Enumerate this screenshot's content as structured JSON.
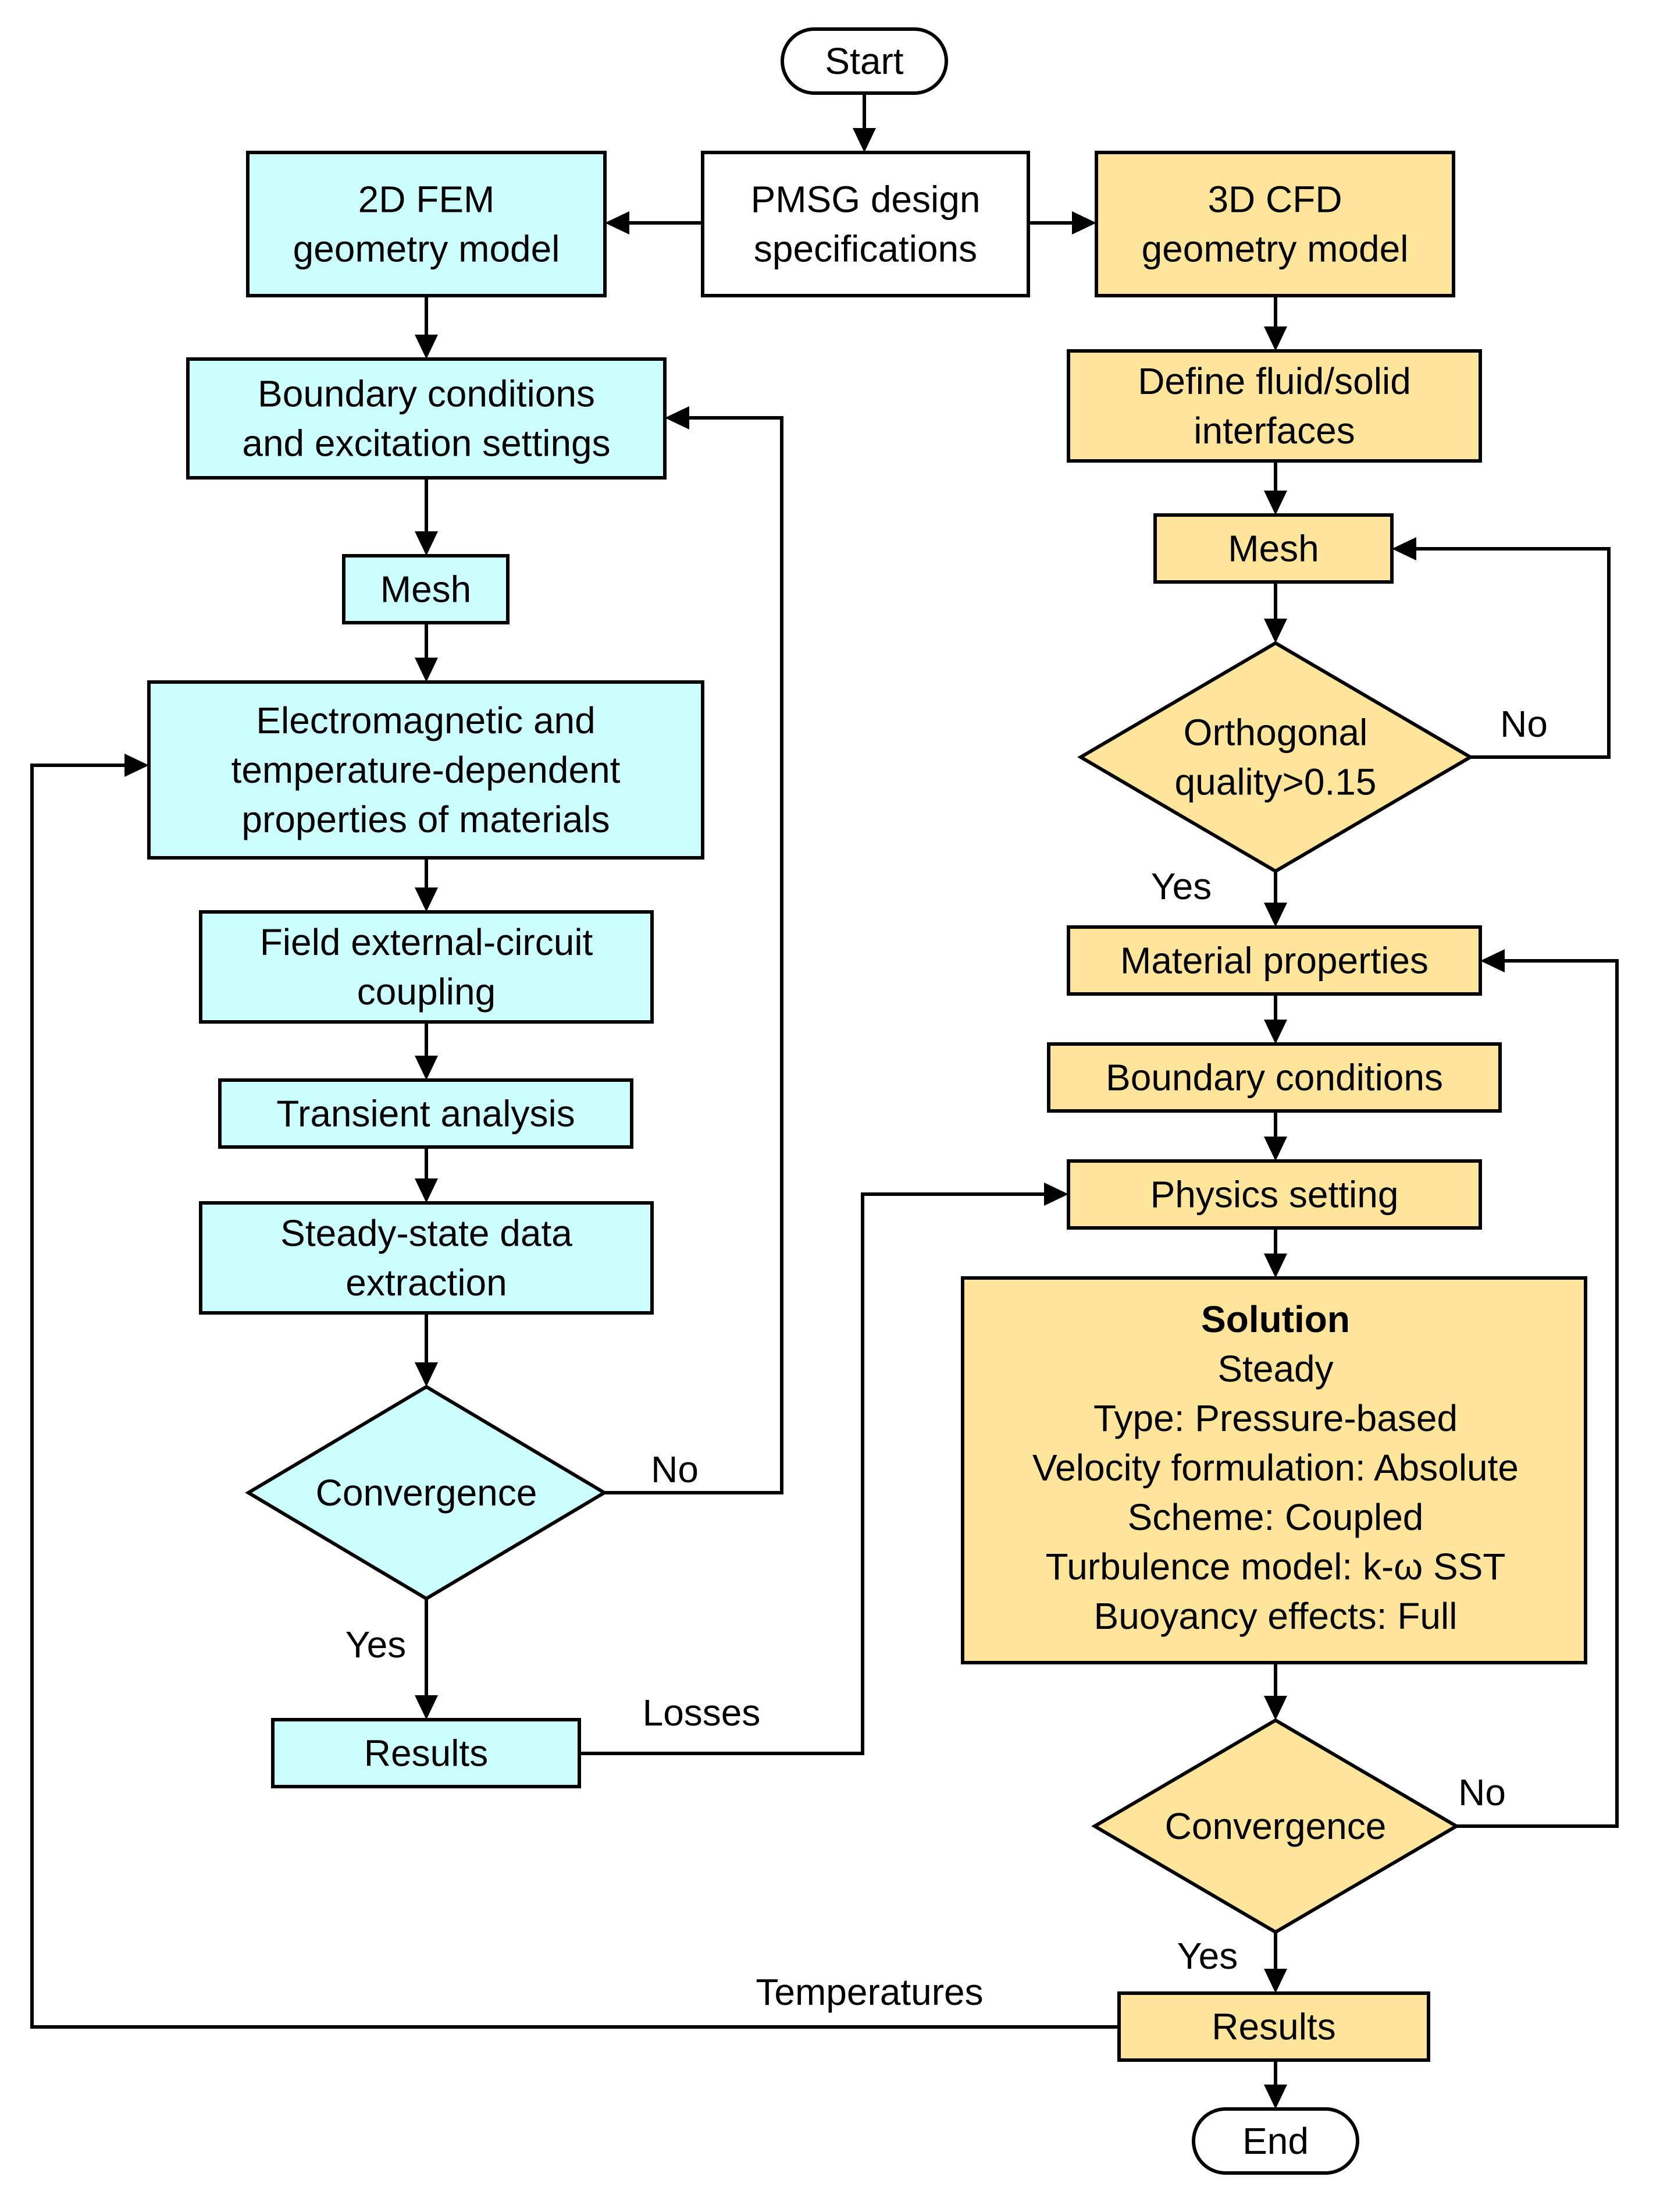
{
  "colors": {
    "fem": "#ccffff",
    "cfd": "#ffe599",
    "plain": "#ffffff",
    "line": "#000000"
  },
  "start": "Start",
  "end": "End",
  "spec": [
    "PMSG design",
    "specifications"
  ],
  "fem": {
    "geometry": [
      "2D FEM",
      "geometry model"
    ],
    "boundary": [
      "Boundary conditions",
      "and excitation settings"
    ],
    "mesh": "Mesh",
    "materials": [
      "Electromagnetic and",
      "temperature-dependent",
      "properties of materials"
    ],
    "coupling": [
      "Field external-circuit",
      "coupling"
    ],
    "transient": "Transient analysis",
    "steady": [
      "Steady-state data",
      "extraction"
    ],
    "convergence": "Convergence",
    "yes": "Yes",
    "no": "No",
    "results": "Results"
  },
  "cfd": {
    "geometry": [
      "3D CFD",
      "geometry model"
    ],
    "interfaces": [
      "Define fluid/solid",
      "interfaces"
    ],
    "mesh": "Mesh",
    "quality": [
      "Orthogonal",
      "quality>0.15"
    ],
    "no_mesh": "No",
    "yes_mesh": "Yes",
    "material": "Material properties",
    "boundary": "Boundary conditions",
    "physics": "Physics setting",
    "solution_title": "Solution",
    "solution_lines": [
      "Steady",
      "Type: Pressure-based",
      "Velocity formulation: Absolute",
      "Scheme: Coupled",
      "Turbulence model: k-ω SST",
      "Buoyancy effects: Full"
    ],
    "convergence": "Convergence",
    "no": "No",
    "yes": "Yes",
    "results": "Results"
  },
  "links": {
    "losses": "Losses",
    "temperatures": "Temperatures"
  }
}
